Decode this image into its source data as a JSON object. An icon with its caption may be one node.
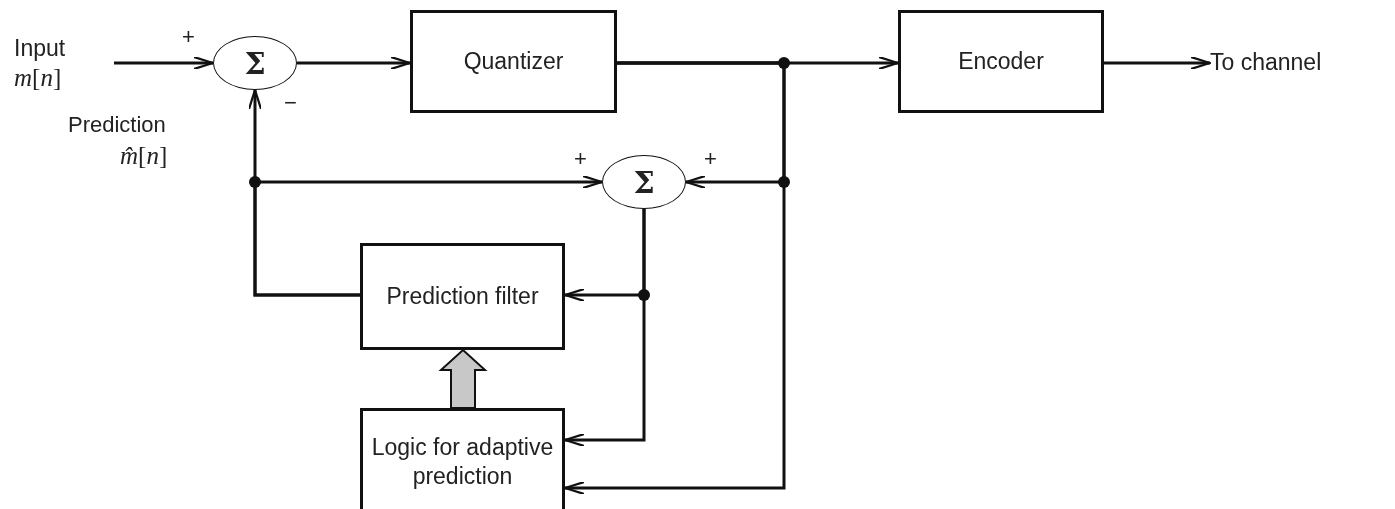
{
  "diagram": {
    "nodes": [
      {
        "text": [
          "Input",
          "*m*[*n*]"
        ]
      },
      {
        "text": [
          "Σ"
        ]
      },
      {
        "text": [
          "Quantizer"
        ]
      },
      {
        "text": [
          "Encoder"
        ]
      },
      {
        "text": [
          "To channel"
        ]
      },
      {
        "text": [
          "Σ"
        ]
      },
      {
        "text": [
          "Prediction filter"
        ]
      },
      {
        "text": [
          "Logic for adaptive prediction"
        ]
      }
    ],
    "edges": [
      {
        "from": 0,
        "to": 1,
        "arrow": "to"
      },
      {
        "from": 1,
        "to": 2,
        "arrow": "to"
      },
      {
        "from": 2,
        "to": 3,
        "arrow": "to"
      },
      {
        "from": 3,
        "to": 4,
        "arrow": "to"
      },
      {
        "from": 2,
        "to": 5,
        "arrow": "to"
      },
      {
        "from": 2,
        "to": 7,
        "arrow": "to"
      },
      {
        "from": 6,
        "to": 1,
        "arrow": "to"
      },
      {
        "from": 6,
        "to": 5,
        "arrow": "to"
      },
      {
        "from": 5,
        "to": 6,
        "arrow": "to"
      },
      {
        "from": 5,
        "to": 7,
        "arrow": "to"
      },
      {
        "from": 7,
        "to": 6,
        "arrow": "to",
        "style": "thick",
        "color": "#c8c8c8"
      }
    ],
    "labels": [
      "+",
      "−",
      "Prediction",
      "*m̂*[*n*]",
      "+",
      "+"
    ]
  }
}
